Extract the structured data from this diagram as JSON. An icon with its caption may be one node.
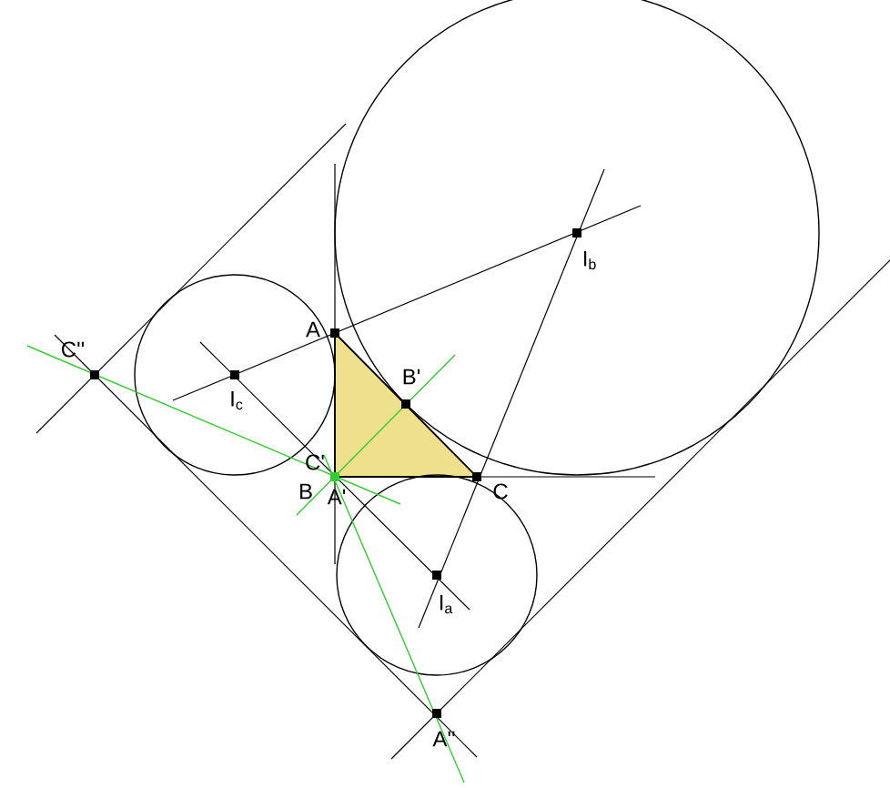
{
  "diagram": {
    "labels": [
      "C''",
      "A",
      "B'",
      "I$_{b}$",
      "I$_{c}$",
      "C'",
      "B",
      "A'",
      "C",
      "I$_{a}$",
      "A''"
    ]
  }
}
